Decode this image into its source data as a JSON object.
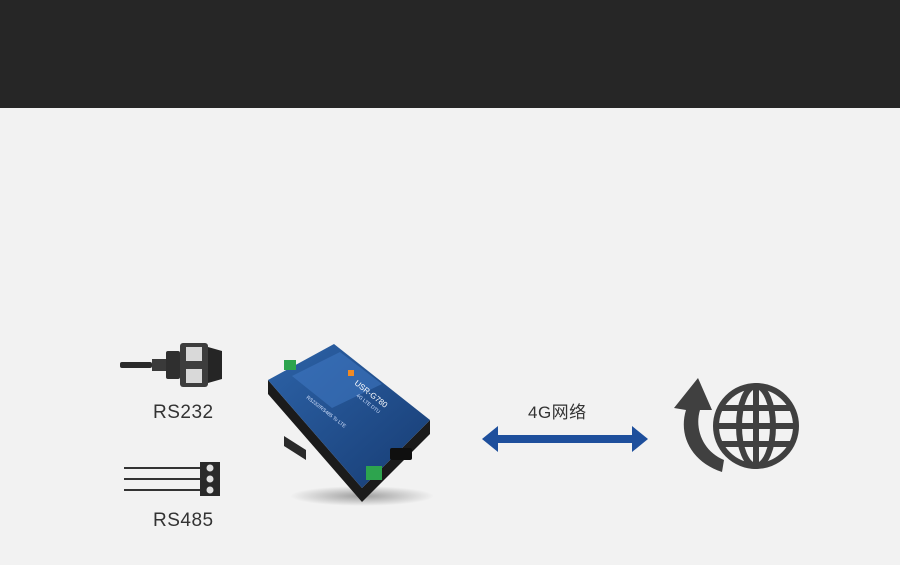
{
  "top_band": {
    "color": "#262626"
  },
  "rs232": {
    "label": "RS232",
    "icon": "db9-serial-connector-icon"
  },
  "rs485": {
    "label": "RS485",
    "icon": "terminal-block-connector-icon"
  },
  "device": {
    "model": "USR-G780",
    "subtitle": "4G LTE DTU",
    "tagline": "RS232/RS485 To LTE"
  },
  "link": {
    "label": "4G网络",
    "color": "#1e4f9c",
    "icon": "double-arrow-icon"
  },
  "internet": {
    "icon": "globe-refresh-icon",
    "color": "#404040"
  }
}
